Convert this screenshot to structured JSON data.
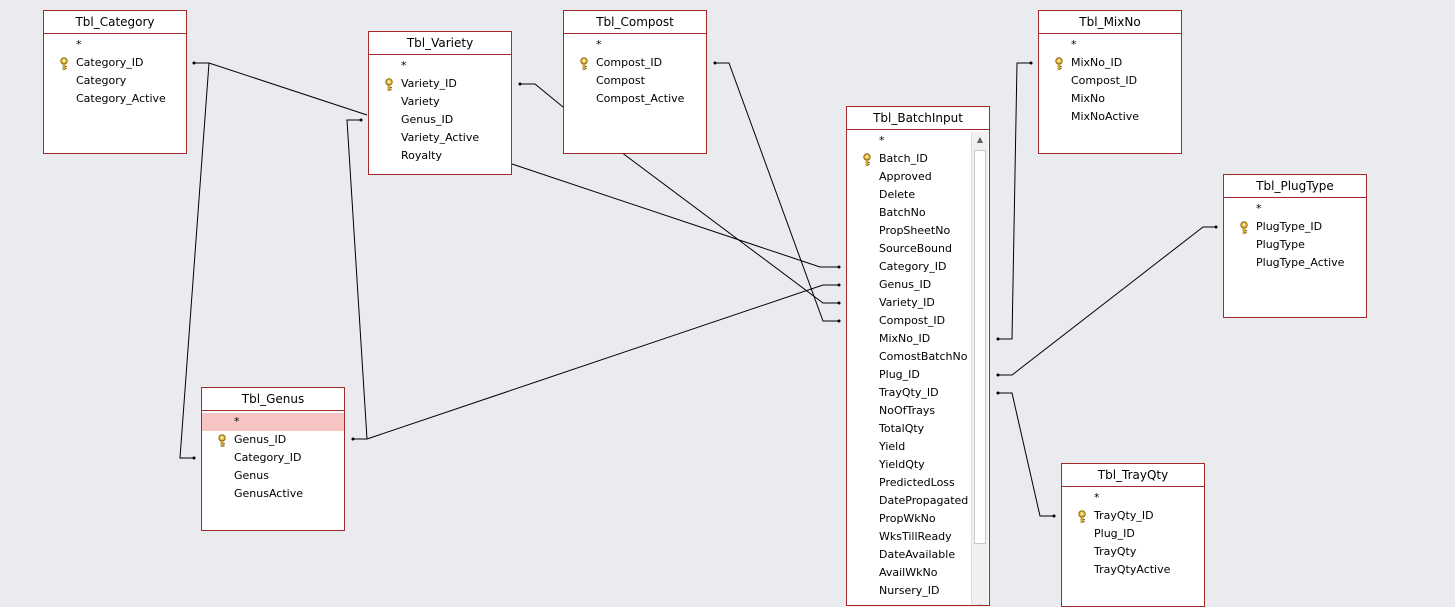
{
  "tables": {
    "category": {
      "title": "Tbl_Category",
      "fields": [
        "*",
        "Category_ID",
        "Category",
        "Category_Active"
      ],
      "key": 1
    },
    "variety": {
      "title": "Tbl_Variety",
      "fields": [
        "*",
        "Variety_ID",
        "Variety",
        "Genus_ID",
        "Variety_Active",
        "Royalty"
      ],
      "key": 1
    },
    "compost": {
      "title": "Tbl_Compost",
      "fields": [
        "*",
        "Compost_ID",
        "Compost",
        "Compost_Active"
      ],
      "key": 1
    },
    "mixno": {
      "title": "Tbl_MixNo",
      "fields": [
        "*",
        "MixNo_ID",
        "Compost_ID",
        "MixNo",
        "MixNoActive"
      ],
      "key": 1
    },
    "plugtype": {
      "title": "Tbl_PlugType",
      "fields": [
        "*",
        "PlugType_ID",
        "PlugType",
        "PlugType_Active"
      ],
      "key": 1
    },
    "genus": {
      "title": "Tbl_Genus",
      "fields": [
        "*",
        "Genus_ID",
        "Category_ID",
        "Genus",
        "GenusActive"
      ],
      "key": 1,
      "selected": 0
    },
    "batchinput": {
      "title": "Tbl_BatchInput",
      "fields": [
        "*",
        "Batch_ID",
        "Approved",
        "Delete",
        "BatchNo",
        "PropSheetNo",
        "SourceBound",
        "Category_ID",
        "Genus_ID",
        "Variety_ID",
        "Compost_ID",
        "MixNo_ID",
        "ComostBatchNo",
        "Plug_ID",
        "TrayQty_ID",
        "NoOfTrays",
        "TotalQty",
        "Yield",
        "YieldQty",
        "PredictedLoss",
        "DatePropagated",
        "PropWkNo",
        "WksTillReady",
        "DateAvailable",
        "AvailWkNo",
        "Nursery_ID"
      ],
      "key": 1
    },
    "trayqty": {
      "title": "Tbl_TrayQty",
      "fields": [
        "*",
        "TrayQty_ID",
        "Plug_ID",
        "TrayQty",
        "TrayQtyActive"
      ],
      "key": 1
    }
  },
  "icons": {
    "primary_key": "key-icon",
    "scroll_up": "scroll-up-arrow-icon",
    "scroll_down": "scroll-down-arrow-icon"
  },
  "colors": {
    "table_border": "#a52a2a",
    "canvas": "#e9ebef",
    "selected_row": "#f7c4c4",
    "key_icon": "#c8a020"
  }
}
